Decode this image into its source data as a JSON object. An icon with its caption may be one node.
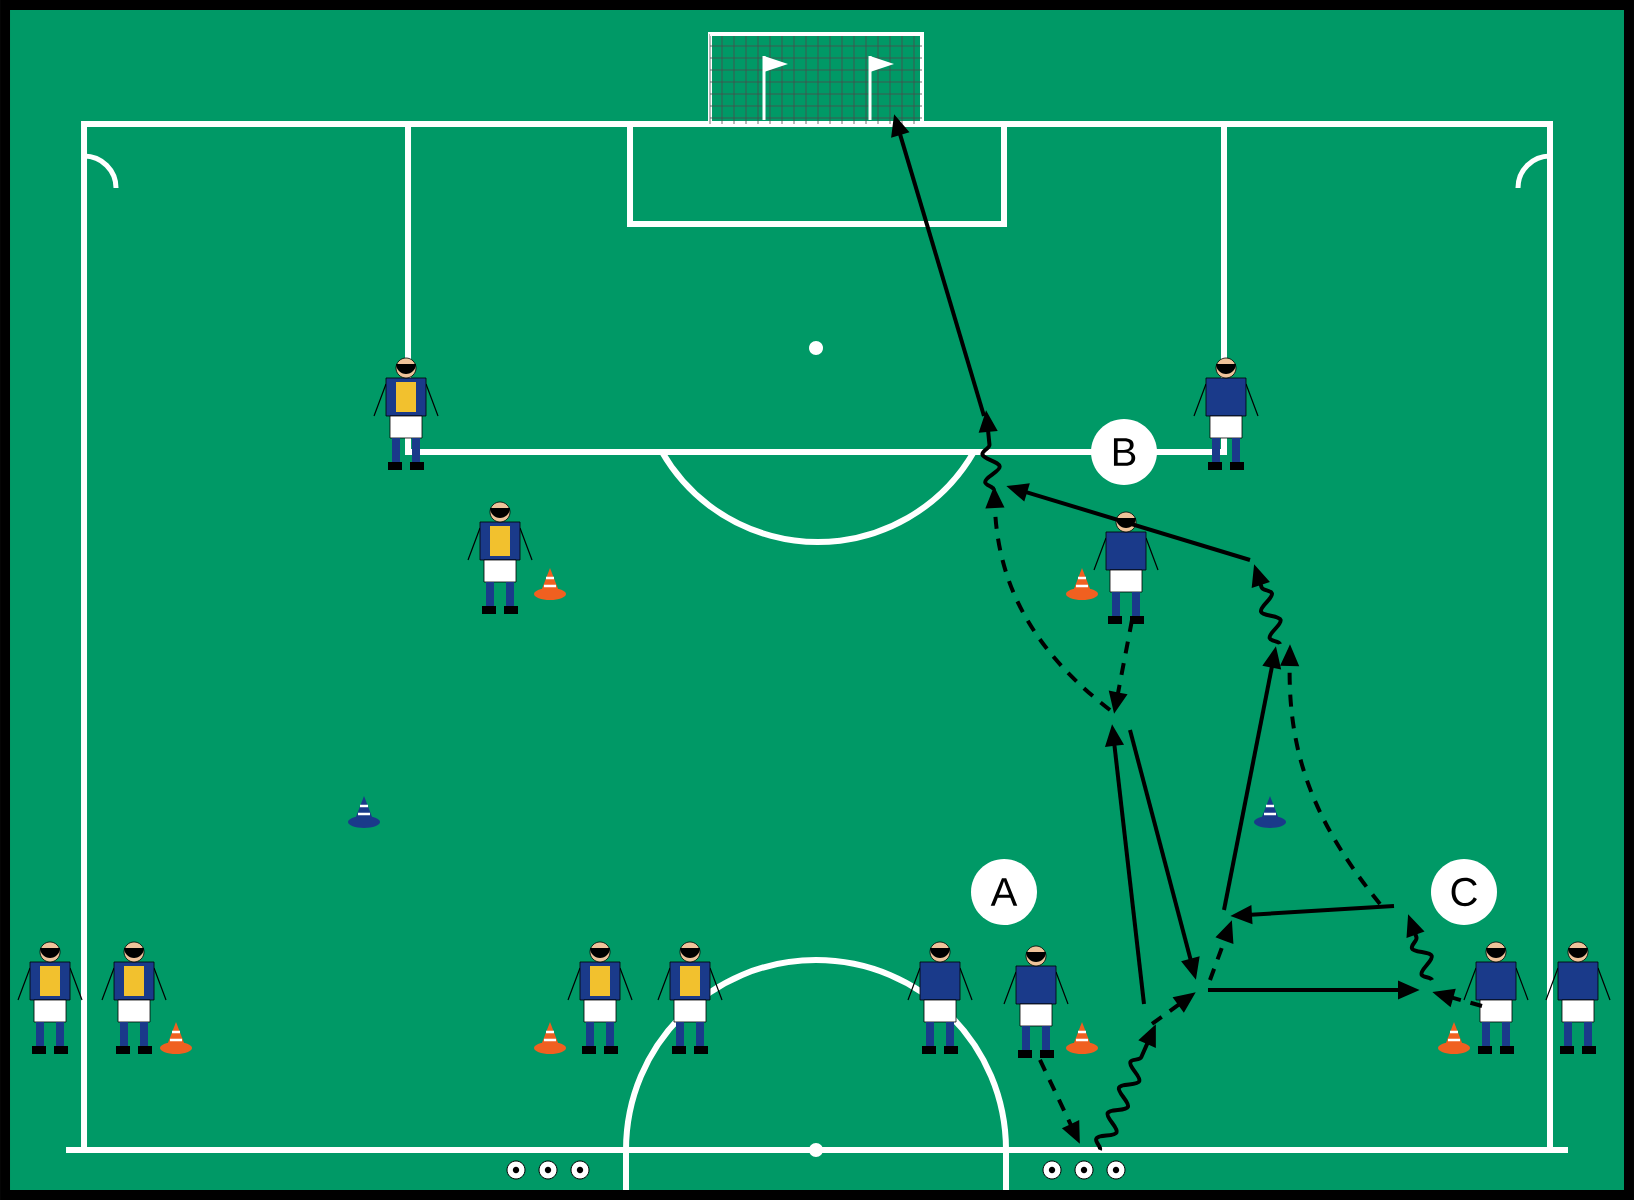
{
  "diagram": {
    "nodes": [
      {
        "text": [
          "B"
        ]
      },
      {
        "text": [
          "A"
        ]
      },
      {
        "text": [
          "C"
        ]
      }
    ]
  }
}
